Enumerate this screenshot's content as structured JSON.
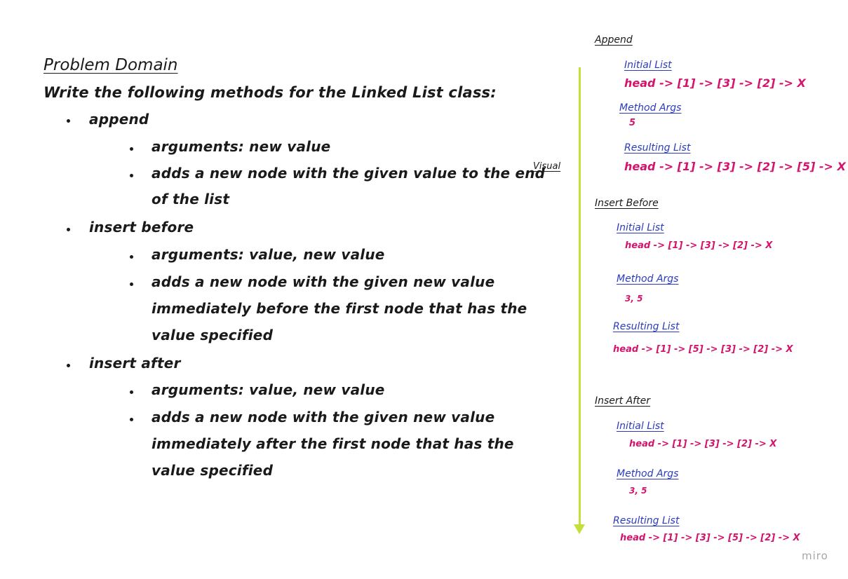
{
  "problem": {
    "title": "Problem Domain",
    "intro": "Write the following methods for the Linked List class:",
    "methods": [
      {
        "name": "append",
        "details": [
          "arguments: new value",
          "adds a new node with the given value to the end",
          "of the list"
        ]
      },
      {
        "name": "insert before",
        "details": [
          "arguments: value, new value",
          "adds a new node with the given new value",
          "immediately before the first node that has the",
          "value specified"
        ]
      },
      {
        "name": "insert after",
        "details": [
          "arguments: value, new value",
          "adds a new node with the given new value",
          "immediately after the first node that has the",
          "value specified"
        ]
      }
    ]
  },
  "visual": {
    "label": "Visual",
    "arrow_color": "#c3e03a",
    "sections": [
      {
        "title": "Append",
        "initial_label": "Initial List",
        "initial": "head -> [1] -> [3] -> [2] -> X",
        "args_label": "Method Args",
        "args": "5",
        "result_label": "Resulting List",
        "result": "head -> [1] -> [3] -> [2] -> [5] -> X"
      },
      {
        "title": "Insert Before",
        "initial_label": "Initial List",
        "initial": "head -> [1] -> [3] -> [2] -> X",
        "args_label": "Method Args",
        "args": "3, 5",
        "result_label": "Resulting List",
        "result": "head -> [1] -> [5] -> [3] -> [2] -> X"
      },
      {
        "title": "Insert After",
        "initial_label": "Initial List",
        "initial": "head -> [1] -> [3] -> [2] -> X",
        "args_label": "Method Args",
        "args": "3, 5",
        "result_label": "Resulting List",
        "result": "head -> [1] -> [3] -> [5] -> [2] -> X"
      }
    ]
  },
  "colors": {
    "code": "#d4146c",
    "subheading": "#2b3bbd",
    "text": "#1a1a1a"
  },
  "watermark": "miro"
}
